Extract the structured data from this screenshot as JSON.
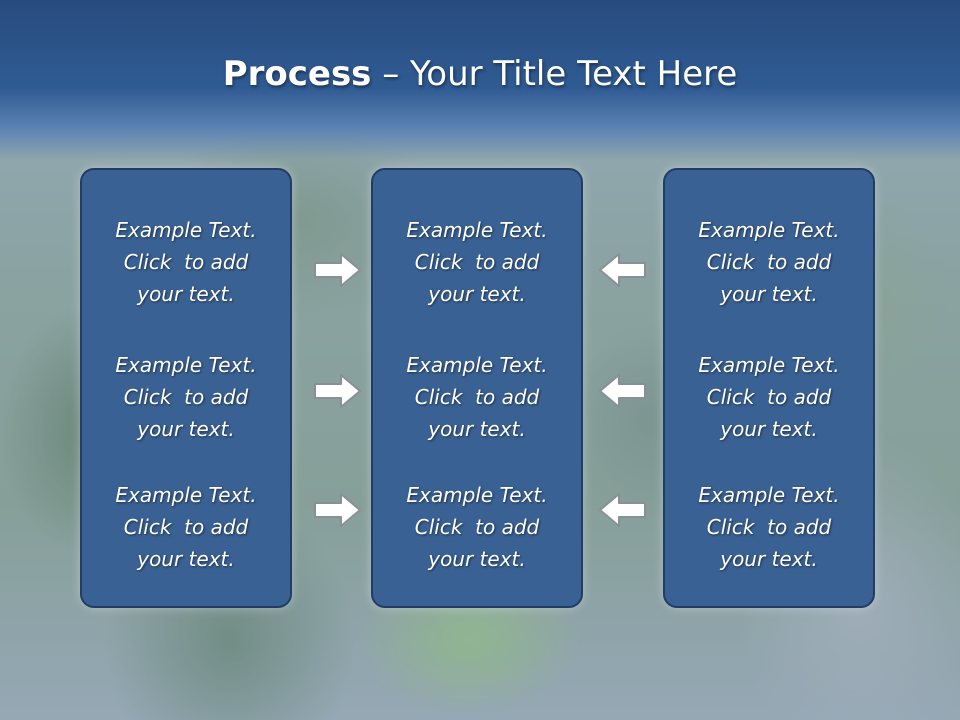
{
  "title": {
    "bold": "Process",
    "rest": " – Your Title Text Here"
  },
  "columns": [
    {
      "blocks": [
        {
          "line1": "Example Text.",
          "line2": "Click  to add",
          "line3": "your text."
        },
        {
          "line1": "Example Text.",
          "line2": "Click  to add",
          "line3": "your text."
        },
        {
          "line1": "Example Text.",
          "line2": "Click  to add",
          "line3": "your text."
        }
      ]
    },
    {
      "blocks": [
        {
          "line1": "Example Text.",
          "line2": "Click  to add",
          "line3": "your text."
        },
        {
          "line1": "Example Text.",
          "line2": "Click  to add",
          "line3": "your text."
        },
        {
          "line1": "Example Text.",
          "line2": "Click  to add",
          "line3": "your text."
        }
      ]
    },
    {
      "blocks": [
        {
          "line1": "Example Text.",
          "line2": "Click  to add",
          "line3": "your text."
        },
        {
          "line1": "Example Text.",
          "line2": "Click  to add",
          "line3": "your text."
        },
        {
          "line1": "Example Text.",
          "line2": "Click  to add",
          "line3": "your text."
        }
      ]
    }
  ],
  "arrows": {
    "left_group": [
      "right-arrow-icon",
      "right-arrow-icon",
      "right-arrow-icon"
    ],
    "right_group": [
      "left-arrow-icon",
      "left-arrow-icon",
      "left-arrow-icon"
    ]
  },
  "colors": {
    "title_band": "#2f5b93",
    "panel_fill": "#3a6193",
    "panel_border": "#213d66",
    "text": "#ffffff"
  }
}
